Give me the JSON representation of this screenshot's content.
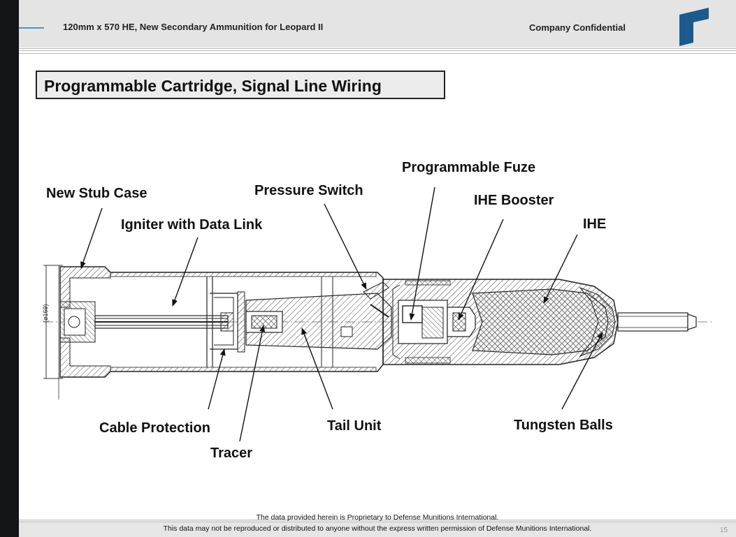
{
  "header": {
    "document_title": "120mm x 570 HE, New Secondary Ammunition for Leopard II",
    "confidentiality": "Company Confidential"
  },
  "slide": {
    "title": "Programmable Cartridge, Signal Line Wiring"
  },
  "drawing": {
    "dimension_label": "(ø169)"
  },
  "callouts": {
    "new_stub_case": "New Stub Case",
    "igniter_with_data_link": "Igniter with Data Link",
    "pressure_switch": "Pressure Switch",
    "programmable_fuze": "Programmable Fuze",
    "ihe_booster": "IHE Booster",
    "ihe": "IHE",
    "cable_protection": "Cable Protection",
    "tracer": "Tracer",
    "tail_unit": "Tail Unit",
    "tungsten_balls": "Tungsten Balls"
  },
  "footer": {
    "line1": "The data provided herein is Proprietary to Defense  Munitions International.",
    "line2": "This data may not be reproduced or distributed to anyone without the express written permission of Defense Munitions International.",
    "page_number": "15"
  },
  "colors": {
    "header_background": "#e4e4e4",
    "left_bar": "#121418",
    "logo_blue": "#1c5a8c",
    "accent_line": "#4f95c2"
  }
}
